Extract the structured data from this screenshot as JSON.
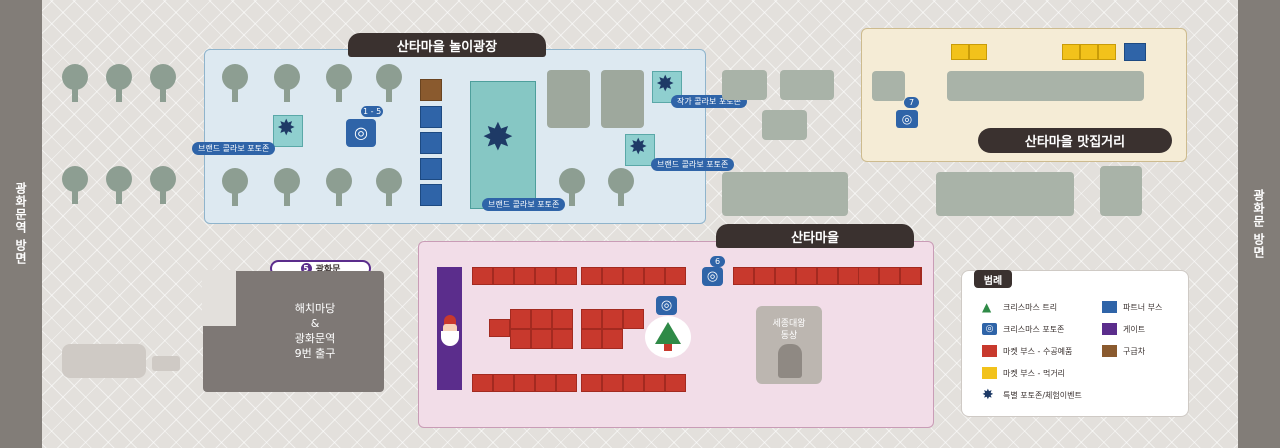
{
  "sides": {
    "left": "광화문역 방면",
    "right": "광화문 방면"
  },
  "zones": {
    "plaza": "산타마을 놀이광장",
    "food": "산타마을 맛집거리",
    "village": "산타마을"
  },
  "photo_tags": {
    "brand_left": "브랜드 콜라보 포토존",
    "artist": "작가 콜라보 포토존",
    "brand_right": "브랜드 콜라보 포토존",
    "brand_bottom": "브랜드 콜라보 포토존"
  },
  "cameras": {
    "plaza": "1 - 5",
    "food": "7",
    "village": "6"
  },
  "exit": {
    "number": "5",
    "label": "광화문"
  },
  "gray_area": "해치마당\n&\n광화문역\n9번 출구",
  "statue": "세종대왕\n동상",
  "legend": {
    "title": "범례",
    "items": [
      {
        "label": "크리스마스 트리",
        "icon": "tree-icon",
        "color": "#2f8a47"
      },
      {
        "label": "파트너 부스",
        "icon": "blue-square",
        "color": "#2f64a8"
      },
      {
        "label": "크리스마스 포토존",
        "icon": "camera-icon",
        "color": "#2f64a8"
      },
      {
        "label": "게이트",
        "icon": "purple-square",
        "color": "#5b2d8c"
      },
      {
        "label": "마켓 부스 - 수공예품",
        "icon": "red-square",
        "color": "#c8392d"
      },
      {
        "label": "구급차",
        "icon": "brown-square",
        "color": "#8a5a2e"
      },
      {
        "label": "마켓 부스 - 먹거리",
        "icon": "yellow-square",
        "color": "#f2c21b"
      },
      {
        "label": "특별 포토존/체험이벤트",
        "icon": "burst-icon",
        "color": "#1e3a66"
      }
    ]
  }
}
